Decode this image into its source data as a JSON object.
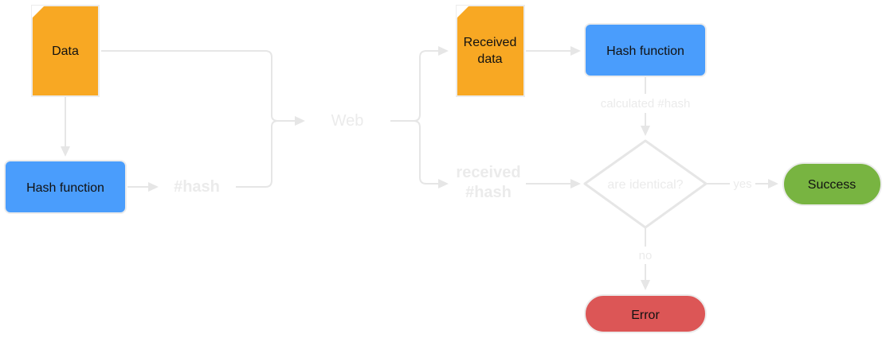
{
  "diagram": {
    "colors": {
      "document": "#f8a823",
      "document_border": "#ececec",
      "process": "#4a9dfc",
      "success": "#78b441",
      "error": "#dc5656",
      "connector": "#e6e6e6",
      "faint_text": "#ebebeb",
      "text": "#111111"
    },
    "nodes": {
      "data": "Data",
      "hash_function_left": "Hash function",
      "hash_out": "#hash",
      "web": "Web",
      "received_data_line1": "Received",
      "received_data_line2": "data",
      "hash_function_right": "Hash function",
      "received_hash_line1": "received",
      "received_hash_line2": "#hash",
      "decision": "are identical?",
      "success": "Success",
      "error": "Error"
    },
    "edge_labels": {
      "calculated_hash": "calculated #hash",
      "yes": "yes",
      "no": "no"
    }
  }
}
